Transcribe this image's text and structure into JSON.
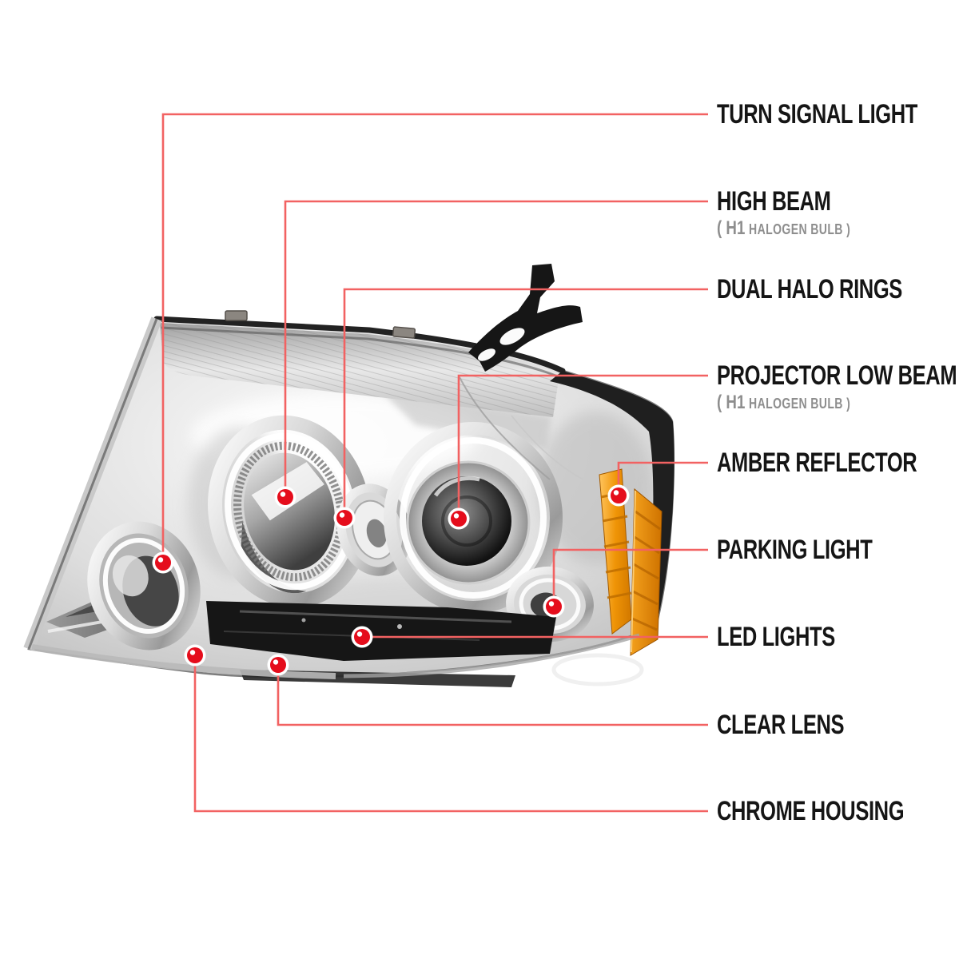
{
  "diagram_title": "Headlight feature callout diagram",
  "colors": {
    "background": "#ffffff",
    "callout_line": "#f26262",
    "callout_dot": "#e50d1c",
    "label_text": "#151515",
    "sub_text": "#8e8e8e",
    "amber_reflector": "#ef9406"
  },
  "callouts": [
    {
      "id": "turn-signal-light",
      "label": "TURN SIGNAL LIGHT"
    },
    {
      "id": "high-beam",
      "label": "HIGH BEAM",
      "sub_prefix": "( H1",
      "sub_rest": "HALOGEN BULB )"
    },
    {
      "id": "dual-halo-rings",
      "label": "DUAL HALO RINGS"
    },
    {
      "id": "projector-low-beam",
      "label": "PROJECTOR LOW BEAM",
      "sub_prefix": "( H1",
      "sub_rest": "HALOGEN BULB )"
    },
    {
      "id": "amber-reflector",
      "label": "AMBER REFLECTOR"
    },
    {
      "id": "parking-light",
      "label": "PARKING LIGHT"
    },
    {
      "id": "led-lights",
      "label": "LED LIGHTS"
    },
    {
      "id": "clear-lens",
      "label": "CLEAR LENS"
    },
    {
      "id": "chrome-housing",
      "label": "CHROME HOUSING"
    }
  ]
}
